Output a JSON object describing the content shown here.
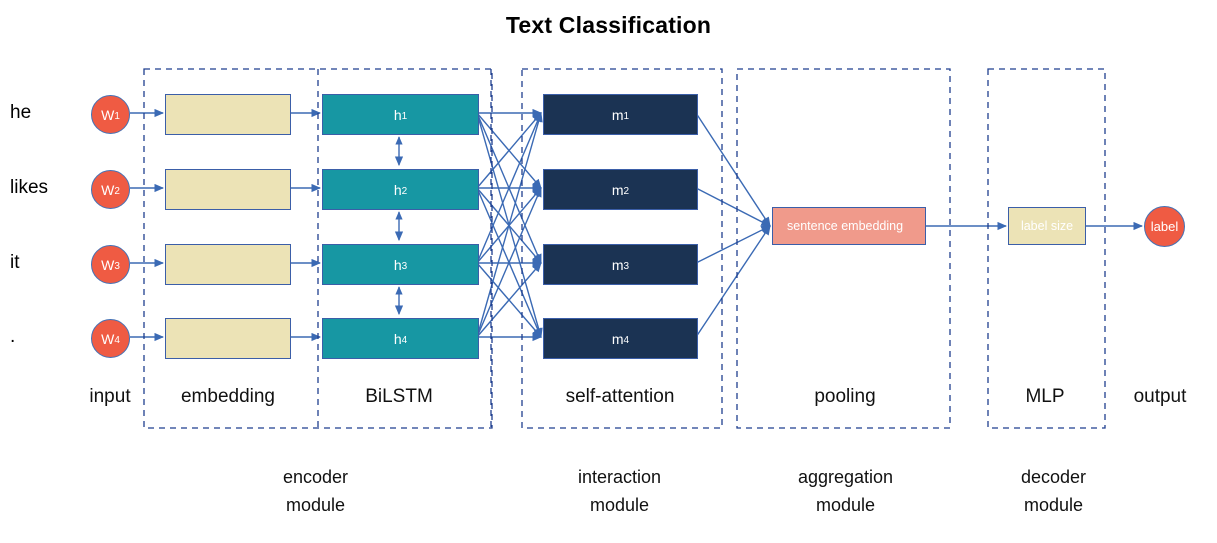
{
  "title": "Text Classification",
  "input_words": [
    "he",
    "likes",
    "it",
    "."
  ],
  "input_tokens": [
    {
      "base": "W",
      "sub": "1"
    },
    {
      "base": "W",
      "sub": "2"
    },
    {
      "base": "W",
      "sub": "3"
    },
    {
      "base": "W",
      "sub": "4"
    }
  ],
  "embedding_boxes": [
    "",
    "",
    "",
    ""
  ],
  "bilstm_states": [
    {
      "base": "h",
      "sub": "1"
    },
    {
      "base": "h",
      "sub": "2"
    },
    {
      "base": "h",
      "sub": "3"
    },
    {
      "base": "h",
      "sub": "4"
    }
  ],
  "attention_states": [
    {
      "base": "m",
      "sub": "1"
    },
    {
      "base": "m",
      "sub": "2"
    },
    {
      "base": "m",
      "sub": "3"
    },
    {
      "base": "m",
      "sub": "4"
    }
  ],
  "pooling": {
    "sentence_embedding_label": "sentence embedding"
  },
  "mlp": {
    "label_size_label": "label size"
  },
  "output": {
    "label": "label"
  },
  "stage_labels": [
    "input",
    "embedding",
    "BiLSTM",
    "self-attention",
    "pooling",
    "MLP",
    "output"
  ],
  "module_labels": [
    {
      "line1": "encoder",
      "line2": "module"
    },
    {
      "line1": "interaction",
      "line2": "module"
    },
    {
      "line1": "aggregation",
      "line2": "module"
    },
    {
      "line1": "decoder",
      "line2": "module"
    }
  ],
  "colors": {
    "token_circle": "#ef5b43",
    "embedding_box": "#ece3b6",
    "bilstm_box": "#1797a3",
    "attention_box": "#1b3353",
    "sentence_embedding_box": "#f09a8b",
    "label_size_box": "#ece3b6",
    "arrow": "#3b6ab4",
    "dashed_group": "#1f3f8f",
    "box_border": "#3b5ea8",
    "text": "#000000"
  }
}
